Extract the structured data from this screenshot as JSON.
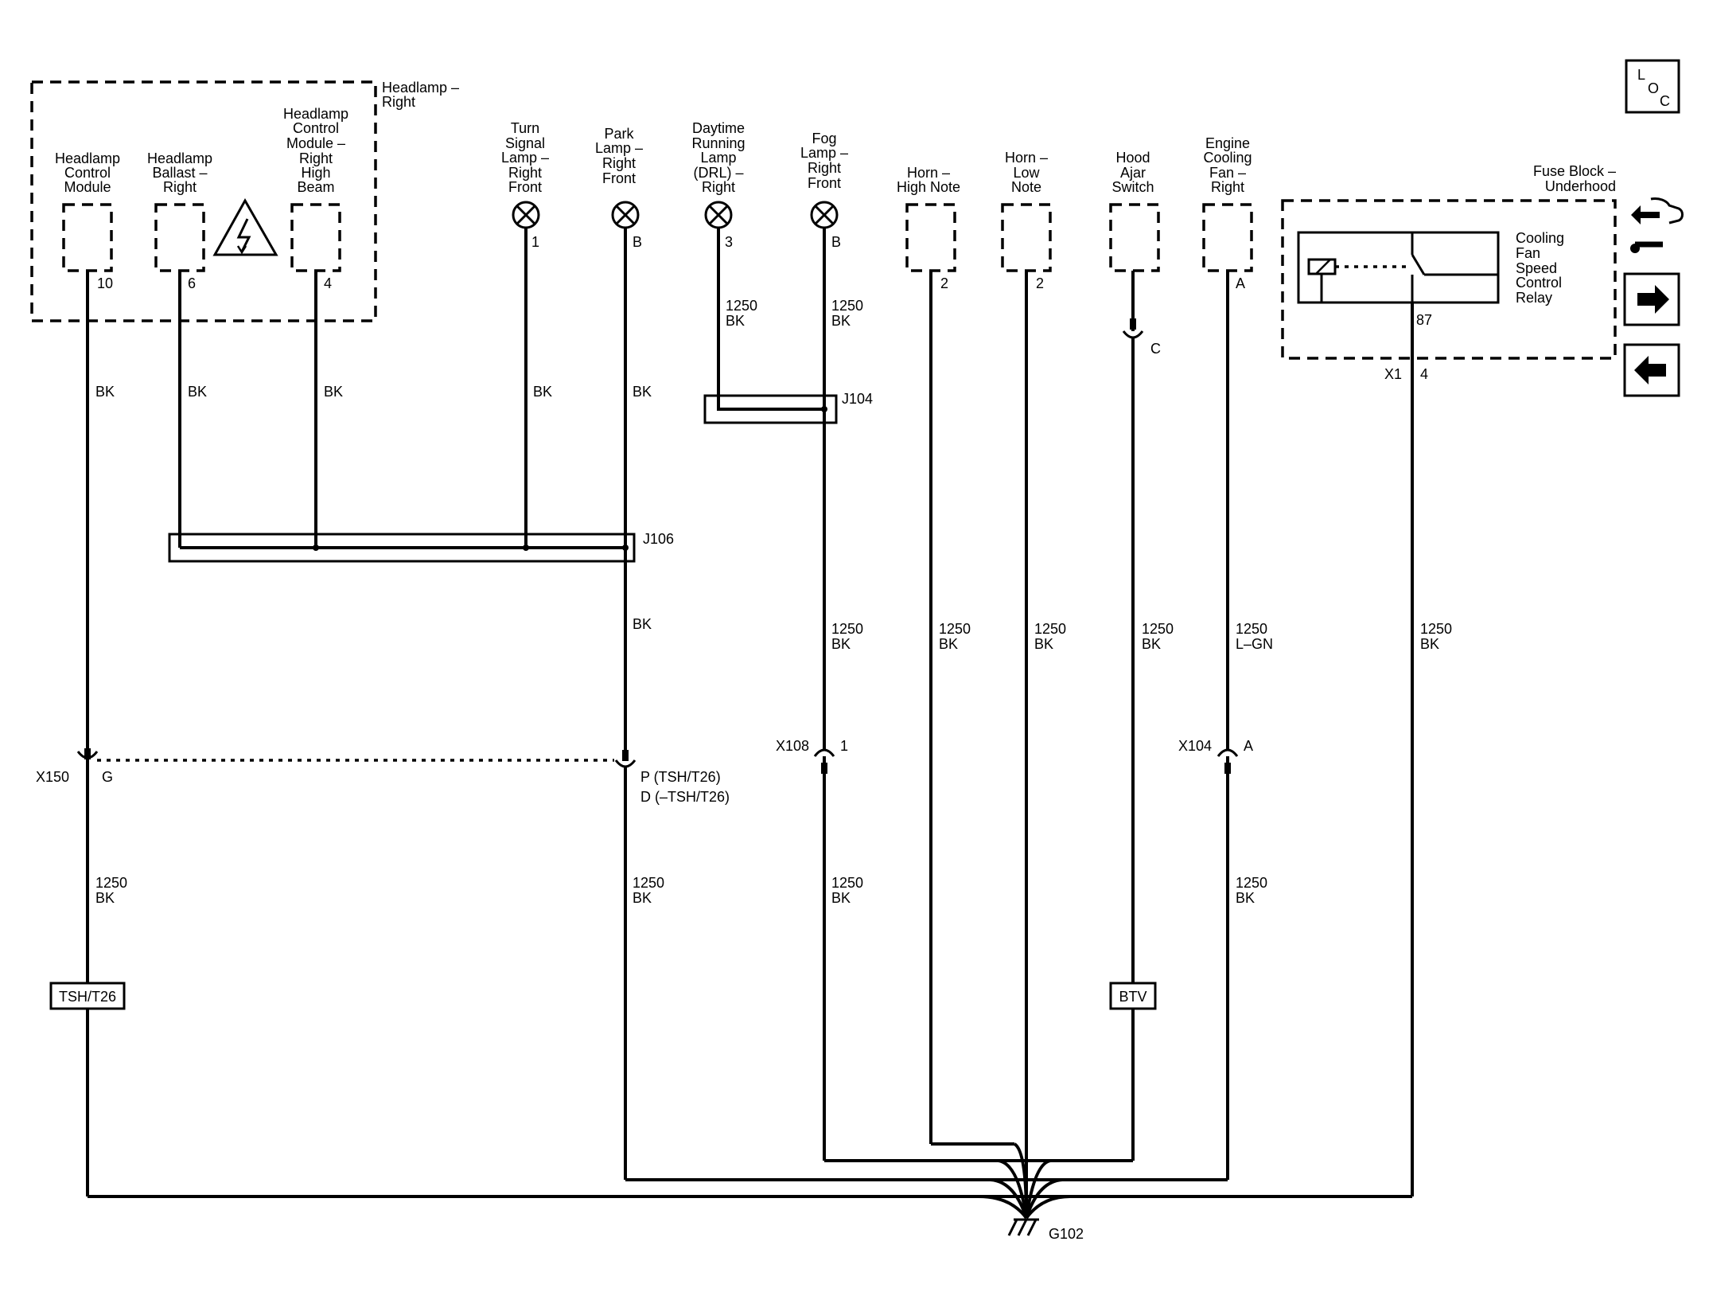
{
  "headlamp_module": {
    "title": [
      "Headlamp –",
      "Right"
    ],
    "components": [
      {
        "name": [
          "Headlamp",
          "Control",
          "Module"
        ],
        "pin": "10"
      },
      {
        "name": [
          "Headlamp",
          "Ballast –",
          "Right"
        ],
        "pin": "6"
      },
      {
        "name": [
          "Headlamp",
          "Control",
          "Module –",
          "Right",
          "High",
          "Beam"
        ],
        "pin": "4"
      }
    ]
  },
  "lamps": [
    {
      "name": [
        "Turn",
        "Signal",
        "Lamp –",
        "Right",
        "Front"
      ],
      "pin": "1"
    },
    {
      "name": [
        "Park",
        "Lamp –",
        "Right",
        "Front"
      ],
      "pin": "B"
    },
    {
      "name": [
        "Daytime",
        "Running",
        "Lamp",
        "(DRL) –",
        "Right"
      ],
      "pin": "3"
    },
    {
      "name": [
        "Fog",
        "Lamp –",
        "Right",
        "Front"
      ],
      "pin": "B"
    }
  ],
  "devices": [
    {
      "name": [
        "Horn –",
        "High Note"
      ],
      "pin": "2"
    },
    {
      "name": [
        "Horn –",
        "Low",
        "Note"
      ],
      "pin": "2"
    },
    {
      "name": [
        "Hood",
        "Ajar",
        "Switch"
      ],
      "pin": "C"
    },
    {
      "name": [
        "Engine",
        "Cooling",
        "Fan –",
        "Right"
      ],
      "pin": "A"
    }
  ],
  "fuse_block": {
    "title": [
      "Fuse Block –",
      "Underhood"
    ],
    "relay": [
      "Cooling",
      "Fan",
      "Speed",
      "Control",
      "Relay"
    ],
    "relay_pin": "87",
    "connector": "X1",
    "connector_pin": "4"
  },
  "wire_labels": {
    "bk": "BK",
    "size": "1250",
    "lgn": "L–GN"
  },
  "splices": {
    "j104": "J104",
    "j106": "J106"
  },
  "connectors": {
    "x150": "X150",
    "x150_pin": "G",
    "park_p": "P (TSH/T26)",
    "park_d": "D (–TSH/T26)",
    "x108": "X108",
    "x108_pin": "1",
    "x104": "X104",
    "x104_pin": "A"
  },
  "options": {
    "tsh": "TSH/T26",
    "btv": "BTV"
  },
  "ground": "G102",
  "loc_icon": {
    "l": "L",
    "o": "O",
    "c": "C"
  },
  "nav_icons": [
    "schematic-link-icon",
    "next-page-arrow-icon",
    "previous-page-arrow-icon"
  ]
}
